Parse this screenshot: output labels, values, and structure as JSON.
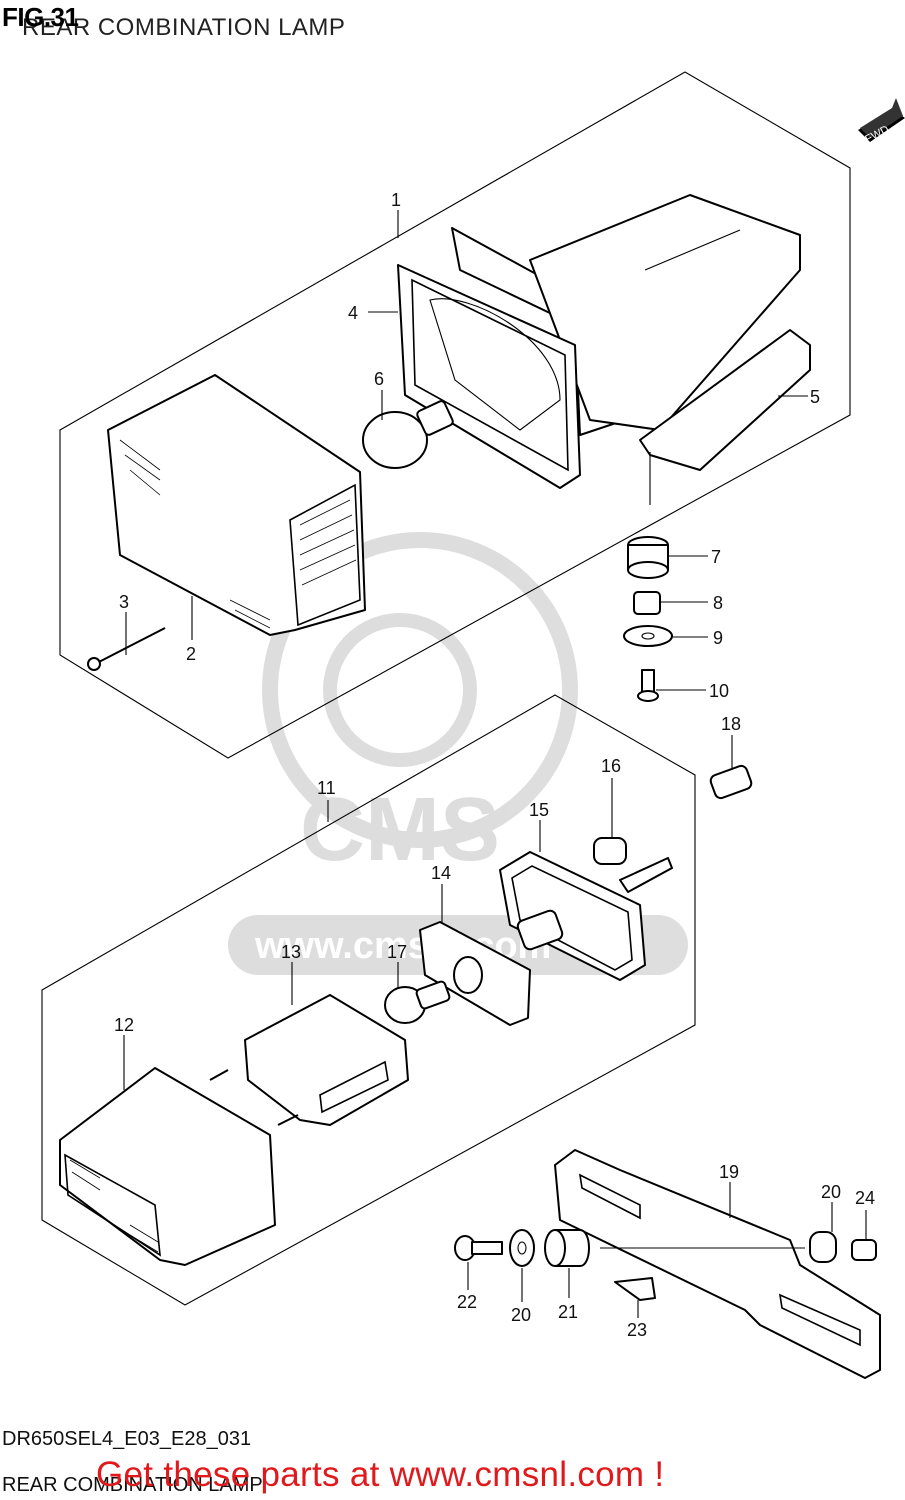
{
  "figure": {
    "number": "FIG.31",
    "title": "REAR COMBINATION LAMP"
  },
  "fwd_label": "FWD",
  "callouts": [
    "1",
    "2",
    "3",
    "4",
    "5",
    "6",
    "7",
    "8",
    "9",
    "10",
    "11",
    "12",
    "13",
    "14",
    "15",
    "16",
    "17",
    "18",
    "19",
    "20",
    "20",
    "21",
    "22",
    "23",
    "24"
  ],
  "watermark": "www.cmsnl.com",
  "footer": {
    "code": "DR650SEL4_E03_E28_031",
    "name": "REAR COMBINATION LAMP",
    "ad": "Get these parts at www.cmsnl.com !"
  }
}
